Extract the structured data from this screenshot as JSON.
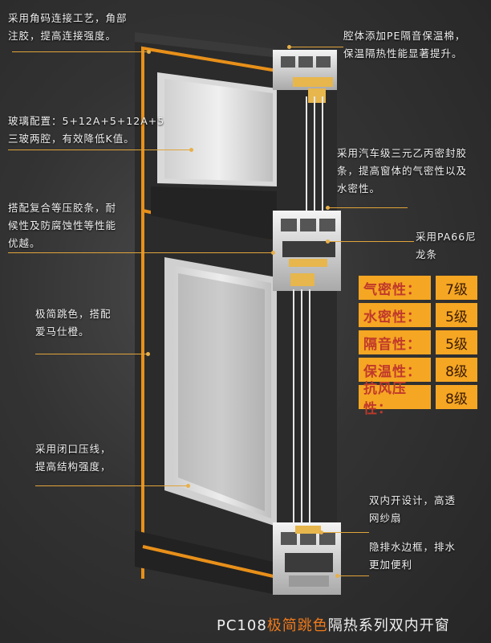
{
  "annotations": {
    "corner": "采用角码连接工艺，角部\n注胶，提高连接强度。",
    "pe_foam": "腔体添加PE隔音保温棉，\n保温隔热性能显著提升。",
    "glass": "玻璃配置：5+12A+5+12A+5\n三玻两腔，有效降低K值。",
    "epdm": "采用汽车级三元乙丙密封胶\n条，提高窗体的气密性以及\n水密性。",
    "composite_seal": "搭配复合等压胶条，耐\n候性及防腐蚀性等性能\n优越。",
    "pa66": "采用PA66尼\n龙条",
    "color": "极简跳色，搭配\n爱马仕橙。",
    "bead": "采用闭口压线，\n提高结构强度，",
    "double_sash": "双内开设计，高透\n网纱扇",
    "drain": "隐排水边框，排水\n更加便利"
  },
  "ratings": [
    {
      "label": "气密性：",
      "value": "7级"
    },
    {
      "label": "水密性：",
      "value": "5级"
    },
    {
      "label": "隔音性：",
      "value": "5级"
    },
    {
      "label": "保温性：",
      "value": "8级"
    },
    {
      "label": "抗风压性：",
      "value": "8级"
    }
  ],
  "title": {
    "model": "PC108",
    "highlight": "极简跳色",
    "rest": "隔热系列双内开窗"
  },
  "colors": {
    "accent": "#f5a623",
    "frame": "#2b2b2b",
    "orange_stripe": "#e8901a",
    "highlight_text": "#f07a1a"
  }
}
